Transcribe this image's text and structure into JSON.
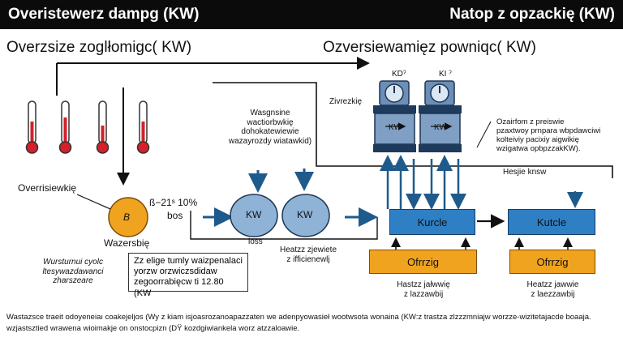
{
  "header": {
    "left_title": "Overistewerz dampg (KW)",
    "right_title": "Natop z opzackię (KW)"
  },
  "left_panel": {
    "title": "Overzsize zoglłomigc( KW)",
    "label_overrisiewkie": "Overrisiewkię",
    "circle_letter": "B",
    "percent_line1": "ß−21ˢ 10%",
    "percent_line2": "bos",
    "wazersbie": "Wazersbię",
    "caption_lines": [
      "Wursturnui cyolc",
      "ltesywazdawanci",
      "zharszeare"
    ]
  },
  "center": {
    "top_label_lines": [
      "Wasgnsine",
      "wactiorbwkię",
      "dohokatewiewie",
      "wazayrozdy wiatawkid)"
    ],
    "kw_left": "KW",
    "kw_right": "KW",
    "loss": "loss",
    "heat_lines": [
      "Heatzz zjewiete",
      "z ifficienewlj"
    ],
    "note_lines": [
      "Zz elige tumly waizpenalaci",
      "yorzw orzwiczsdidaw",
      "zegoorrabięcw ti 12.80 (KW"
    ]
  },
  "right_panel": {
    "title": "Ozversiewamięz powniqc( KW)",
    "kd_label": "KDˀ",
    "ki_label": "KI ˀ",
    "zivrezk": "Zivrezkię",
    "unit_kw_left": "KW",
    "unit_kw_right": "KW",
    "desc_lines": [
      "Ozairfom z preiswie",
      "pzaxtwoy prnpara wbpdawciwi",
      "kolteiviy pacixiy aigwikię",
      "wzigatwa opbpzzakKW)."
    ],
    "hesjie": "Hesjie knsw",
    "kurcle_left": "Kurcle",
    "kurcle_right": "Kutcle",
    "ofrrzig_left": "Ofrrzig",
    "ofrrzig_right": "Ofrrzig",
    "heat_left_lines": [
      "Hastzz jałwwię",
      "z lazzawbij"
    ],
    "heat_right_lines": [
      "Heatzz jawwie",
      "z laezzawbij"
    ]
  },
  "footer": {
    "lines": [
      "Wastazsce traeit odoyeneiaı coakejeljos (Wy z kiam isjoasrozanoapazzaten we adenpyowasieł wootwsota wonaina (KW:z trastza zlzzzmniajw worzze-wizitetajacde boaaja.",
      "wzjastsztied wrawena wioimakje on onstocpizn (DŸ kozdgiwiankela worz atzzaloawie."
    ]
  },
  "colors": {
    "thermo_red": "#d4202a",
    "circle_orange": "#f0a31f",
    "box_blue": "#2f7fc4",
    "box_orange": "#f0a31f",
    "kw_circle_blue": "#8fb3d6",
    "device_blue": "#7f9fc4",
    "arrow_blue": "#1f5a8c"
  }
}
